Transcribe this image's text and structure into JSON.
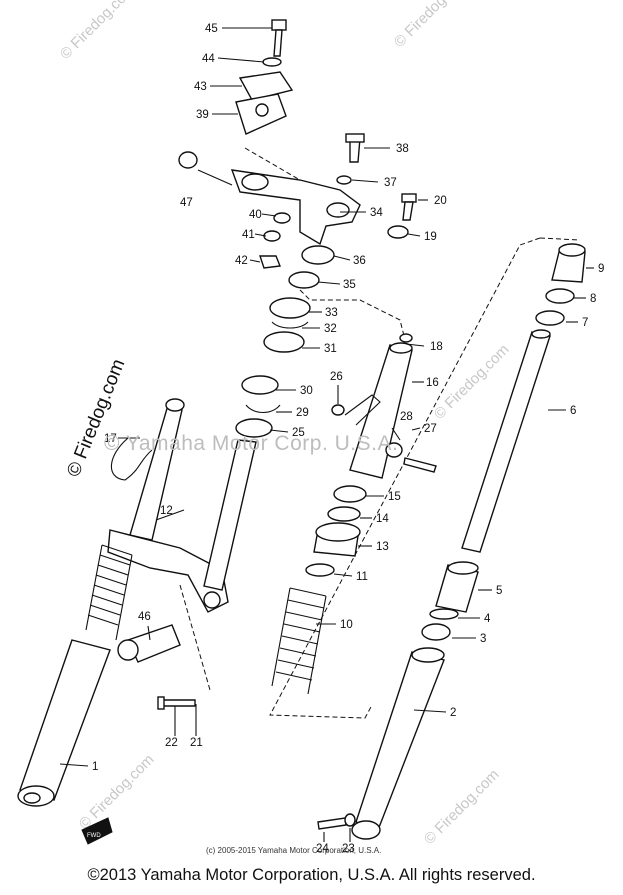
{
  "watermark": {
    "tile_text": "© Firedog.com",
    "band_text": "© Yamaha Motor Corp. U.S.A.",
    "side_text": "© Firedog.com"
  },
  "diagram": {
    "labels": {
      "p1": "1",
      "p2": "2",
      "p3": "3",
      "p4": "4",
      "p5": "5",
      "p6": "6",
      "p7": "7",
      "p8": "8",
      "p9": "9",
      "p10": "10",
      "p11": "11",
      "p12": "12",
      "p13": "13",
      "p14": "14",
      "p15": "15",
      "p16": "16",
      "p17": "17",
      "p18": "18",
      "p19": "19",
      "p20": "20",
      "p21": "21",
      "p22": "22",
      "p23": "23",
      "p24": "24",
      "p25": "25",
      "p26": "26",
      "p27": "27",
      "p28": "28",
      "p29": "29",
      "p30": "30",
      "p31": "31",
      "p32": "32",
      "p33": "33",
      "p34": "34",
      "p35": "35",
      "p36": "36",
      "p37": "37",
      "p38": "38",
      "p39": "39",
      "p40": "40",
      "p41": "41",
      "p42": "42",
      "p43": "43",
      "p44": "44",
      "p45": "45",
      "p46": "46",
      "p47": "47"
    },
    "copyright_small": "(c) 2005-2015 Yamaha Motor Corporation, U.S.A.",
    "fwd_mark": "FWD"
  },
  "footer": {
    "copyright": "©2013 Yamaha Motor Corporation, U.S.A. All rights reserved."
  }
}
